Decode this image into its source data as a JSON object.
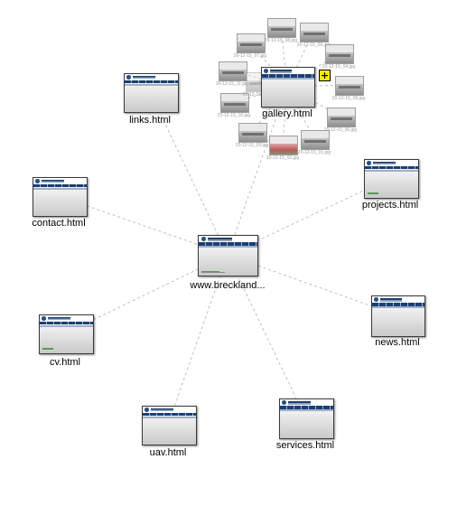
{
  "center_node": {
    "label": "www.breckland..."
  },
  "nodes": [
    {
      "id": "links",
      "label": "links.html"
    },
    {
      "id": "gallery",
      "label": "gallery.html"
    },
    {
      "id": "contact",
      "label": "contact.html"
    },
    {
      "id": "projects",
      "label": "projects.html"
    },
    {
      "id": "cv",
      "label": "cv.html"
    },
    {
      "id": "news",
      "label": "news.html"
    },
    {
      "id": "uav",
      "label": "uav.html"
    },
    {
      "id": "services",
      "label": "services.html"
    }
  ],
  "gallery_photos": [
    {
      "label": "20-12-15_07.jpg"
    },
    {
      "label": "20-12-15_08.jpg"
    },
    {
      "label": "20-12-15_09.jpg"
    },
    {
      "label": "20-12-15_04.jpg"
    },
    {
      "label": "20-12-15_05.jpg"
    },
    {
      "label": "20-12-15_06.jpg"
    },
    {
      "label": "20-12-15_01.jpg"
    },
    {
      "label": "20-12-15_02.jpg"
    },
    {
      "label": "20-12-15_03.jpg"
    },
    {
      "label": "20-12-15_10.jpg"
    },
    {
      "label": "20-12-15_11.jpg"
    },
    {
      "label": "20-12-15_12.jpg"
    }
  ],
  "expand_icon": "plus-icon",
  "colors": {
    "edge": "#b0b0b0",
    "nav_bar": "#1a3f77",
    "expander": "#ffeb00"
  }
}
